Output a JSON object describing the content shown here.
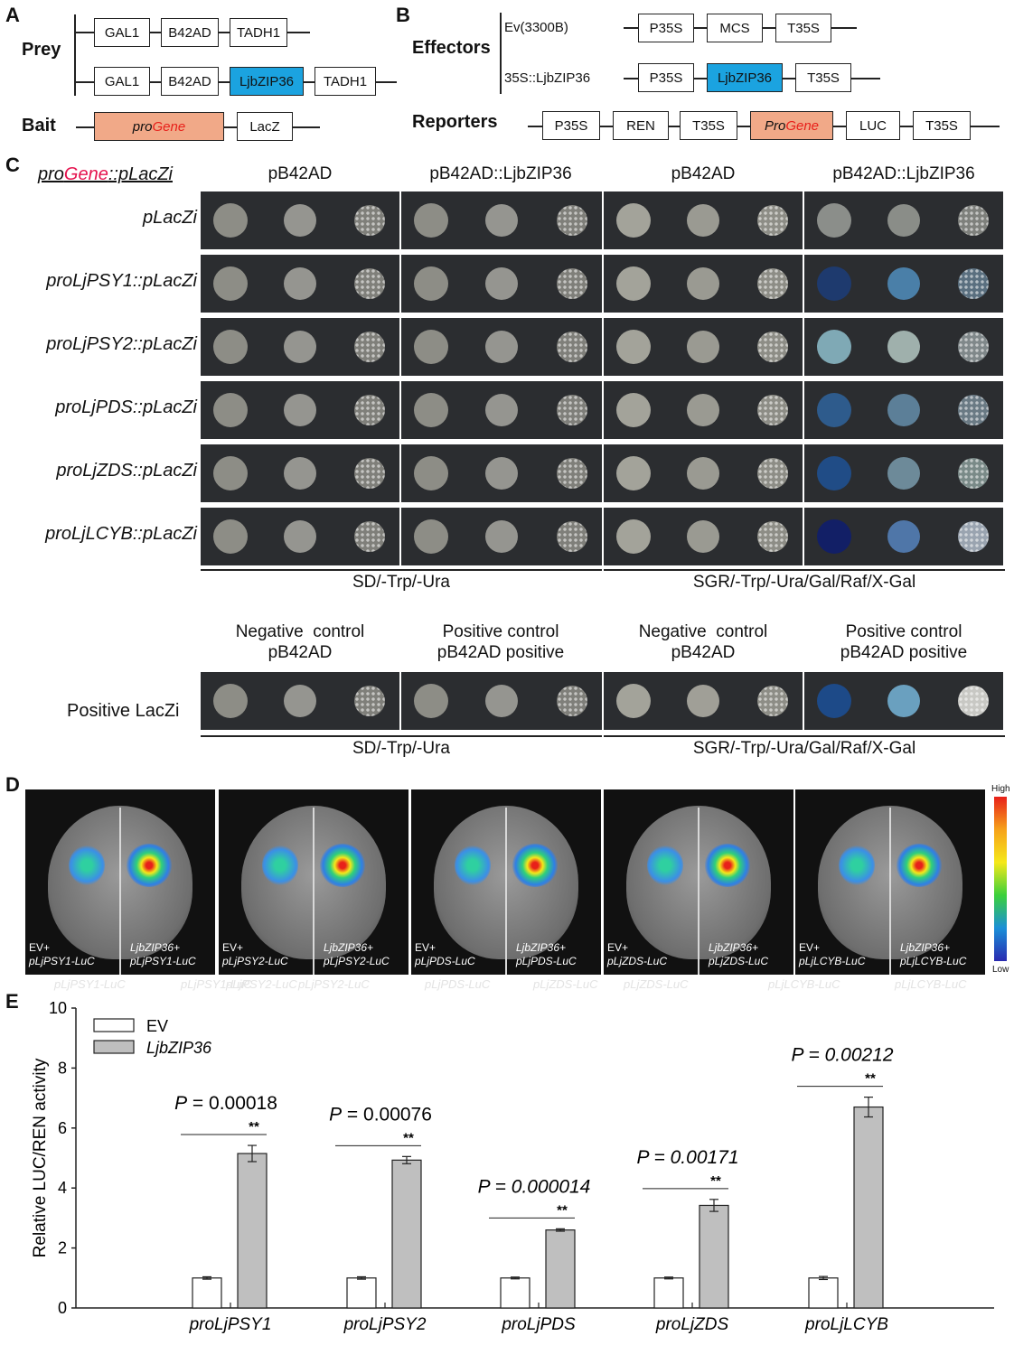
{
  "panel_labels": {
    "a": "A",
    "b": "B",
    "c": "C",
    "d": "D",
    "e": "E"
  },
  "panelA": {
    "prey_label": "Prey",
    "bait_label": "Bait",
    "prey_row1": [
      "GAL1",
      "B42AD",
      "TADH1"
    ],
    "prey_row2": [
      "GAL1",
      "B42AD",
      "LjbZIP36",
      "TADH1"
    ],
    "bait_row": {
      "promoter_prefix": "pro",
      "promoter_gene": "Gene",
      "reporter": "LacZ"
    }
  },
  "panelB": {
    "effectors_label": "Effectors",
    "reporters_label": "Reporters",
    "effector1": {
      "name": "Ev(3300B)",
      "parts": [
        "P35S",
        "MCS",
        "T35S"
      ]
    },
    "effector2": {
      "name": "35S::LjbZIP36",
      "parts": [
        "P35S",
        "LjbZIP36",
        "T35S"
      ]
    },
    "reporter_parts": [
      "P35S",
      "REN",
      "T35S",
      "Pro",
      "Gene",
      "LUC",
      "T35S"
    ]
  },
  "panelC": {
    "corner_prefix": "pro",
    "corner_gene": "Gene",
    "corner_suffix": "::pLacZi",
    "col_headers": [
      "pB42AD",
      "pB42AD::LjbZIP36",
      "pB42AD",
      "pB42AD::LjbZIP36"
    ],
    "rows": [
      "pLacZi",
      "proLjPSY1::pLacZi",
      "proLjPSY2::pLacZi",
      "proLjPDS::pLacZi",
      "proLjZDS::pLacZi",
      "proLjLCYB::pLacZi"
    ],
    "media_left": "SD/-Trp/-Ura",
    "media_right": "SGR/-Trp/-Ura/Gal/Raf/X-Gal",
    "control_headers": [
      [
        "Negative  control",
        "pB42AD"
      ],
      [
        "Positive control",
        "pB42AD positive"
      ],
      [
        "Negative  control",
        "pB42AD"
      ],
      [
        "Positive control",
        "pB42AD positive"
      ]
    ],
    "control_row": "Positive LacZi",
    "media_left2": "SD/-Trp/-Ura",
    "media_right2": "SGR/-Trp/-Ura/Gal/Raf/X-Gal"
  },
  "panelD": {
    "leaves": [
      {
        "left_a": "EV+",
        "left_b": "pLjPSY1-LuC",
        "right_a": "LjbZIP36+",
        "right_b": "pLjPSY1-LuC"
      },
      {
        "left_a": "EV+",
        "left_b": "pLjPSY2-LuC",
        "right_a": "LjbZIP36+",
        "right_b": "pLjPSY2-LuC"
      },
      {
        "left_a": "EV+",
        "left_b": "pLjPDS-LuC",
        "right_a": "LjbZIP36+",
        "right_b": "pLjPDS-LuC"
      },
      {
        "left_a": "EV+",
        "left_b": "pLjZDS-LuC",
        "right_a": "LjbZIP36+",
        "right_b": "pLjZDS-LuC"
      },
      {
        "left_a": "EV+",
        "left_b": "pLjLCYB-LuC",
        "right_a": "LjbZIP36+",
        "right_b": "pLjLCYB-LuC"
      }
    ],
    "scale_high": "High",
    "scale_low": "Low",
    "ghost_labels": [
      "pLjPSY1-LuC",
      "pLjPSY1-LuC",
      "pLjPSY2-LuC",
      "pLjPSY2-LuC",
      "pLjPDS-LuC",
      "pLjZDS-LuC",
      "pLjZDS-LuC",
      "pLjLCYB-LuC",
      "pLjLCYB-LuC"
    ]
  },
  "chart_data": {
    "type": "bar",
    "ylabel": "Relative LUC/REN activity",
    "ylim": [
      0,
      10
    ],
    "yticks": [
      0,
      2,
      4,
      6,
      8,
      10
    ],
    "categories": [
      "proLjPSY1",
      "proLjPSY2",
      "proLjPDS",
      "proLjZDS",
      "proLjLCYB"
    ],
    "series": [
      {
        "name": "EV",
        "values": [
          1.0,
          1.0,
          1.0,
          1.0,
          1.0
        ],
        "errors": [
          0.04,
          0.04,
          0.03,
          0.03,
          0.05
        ],
        "color": "#ffffff"
      },
      {
        "name": "LjbZIP36",
        "values": [
          5.15,
          4.93,
          2.6,
          3.42,
          6.7
        ],
        "errors": [
          0.27,
          0.12,
          0.04,
          0.2,
          0.33
        ],
        "color": "#bfbfbf"
      }
    ],
    "p_values": [
      "0.00018",
      "0.00076",
      "0.000014",
      "0.00171",
      "0.00212"
    ],
    "p_prefix": "P",
    "significance": [
      "**",
      "**",
      "**",
      "**",
      "**"
    ]
  }
}
